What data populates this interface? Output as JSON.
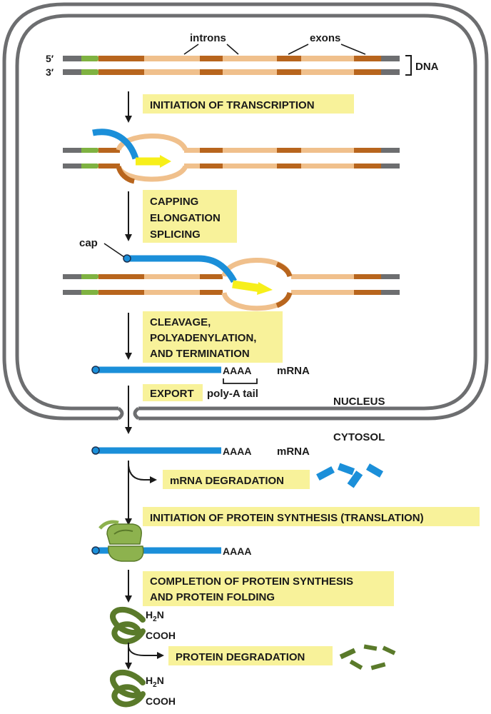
{
  "labels": {
    "introns": "introns",
    "exons": "exons",
    "five_prime": "5′",
    "three_prime": "3′",
    "dna": "DNA",
    "cap": "cap",
    "aaaa": "AAAA",
    "mrna": "mRNA",
    "poly_a_tail": "poly-A tail",
    "nucleus": "NUCLEUS",
    "cytosol": "CYTOSOL",
    "h2n_main": "H",
    "h2n_sub": "2",
    "h2n_end": "N",
    "cooh": "COOH"
  },
  "steps": {
    "initiation_transcription": "INITIATION OF TRANSCRIPTION",
    "capping": [
      "CAPPING",
      "ELONGATION",
      "SPLICING"
    ],
    "cleavage": [
      "CLEAVAGE,",
      "POLYADENYLATION,",
      "AND TERMINATION"
    ],
    "export": "EXPORT",
    "mrna_degradation": "mRNA DEGRADATION",
    "initiation_translation": "INITIATION OF PROTEIN SYNTHESIS (TRANSLATION)",
    "completion": [
      "COMPLETION OF PROTEIN SYNTHESIS",
      "AND PROTEIN FOLDING"
    ],
    "protein_degradation": "PROTEIN DEGRADATION"
  },
  "colors": {
    "membrane": "#6d6e70",
    "dna_gray": "#6d6e70",
    "promoter_green": "#7fb241",
    "exon_brown": "#b8651d",
    "intron_tan": "#f0c08c",
    "rna_blue": "#1b8fd9",
    "polymerase_yellow": "#f7ef1a",
    "label_box": "#f8f29a",
    "ribosome_green": "#8db24e",
    "protein_green": "#5a7a2a"
  }
}
